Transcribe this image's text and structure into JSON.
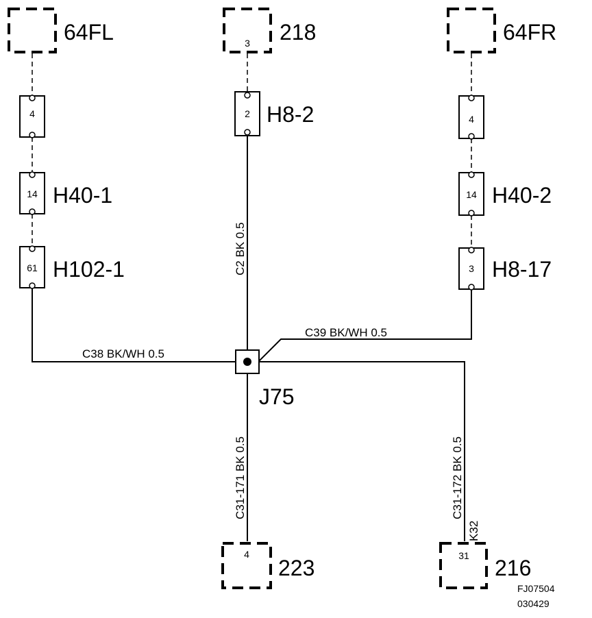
{
  "components": {
    "top_left": "64FL",
    "top_center": "218",
    "top_center_pin": "3",
    "top_right": "64FR",
    "bottom_center": "223",
    "bottom_center_pin": "4",
    "bottom_right": "216",
    "bottom_right_pin": "31"
  },
  "connectors": {
    "left_col": [
      {
        "pin": "4",
        "label": ""
      },
      {
        "pin": "14",
        "label": "H40-1"
      },
      {
        "pin": "61",
        "label": "H102-1"
      }
    ],
    "center_col": [
      {
        "pin": "2",
        "label": "H8-2"
      }
    ],
    "right_col": [
      {
        "pin": "4",
        "label": ""
      },
      {
        "pin": "14",
        "label": "H40-2"
      },
      {
        "pin": "3",
        "label": "H8-17"
      }
    ]
  },
  "splice": {
    "label": "J75"
  },
  "wires": {
    "c2": "C2  BK  0.5",
    "c38": "C38  BK/WH  0.5",
    "c39": "C39  BK/WH  0.5",
    "c31_171": "C31-171  BK  0.5",
    "c31_172": "C31-172  BK  0.5",
    "k32": "K32"
  },
  "footer": {
    "code": "FJ07504",
    "date": "030429"
  }
}
